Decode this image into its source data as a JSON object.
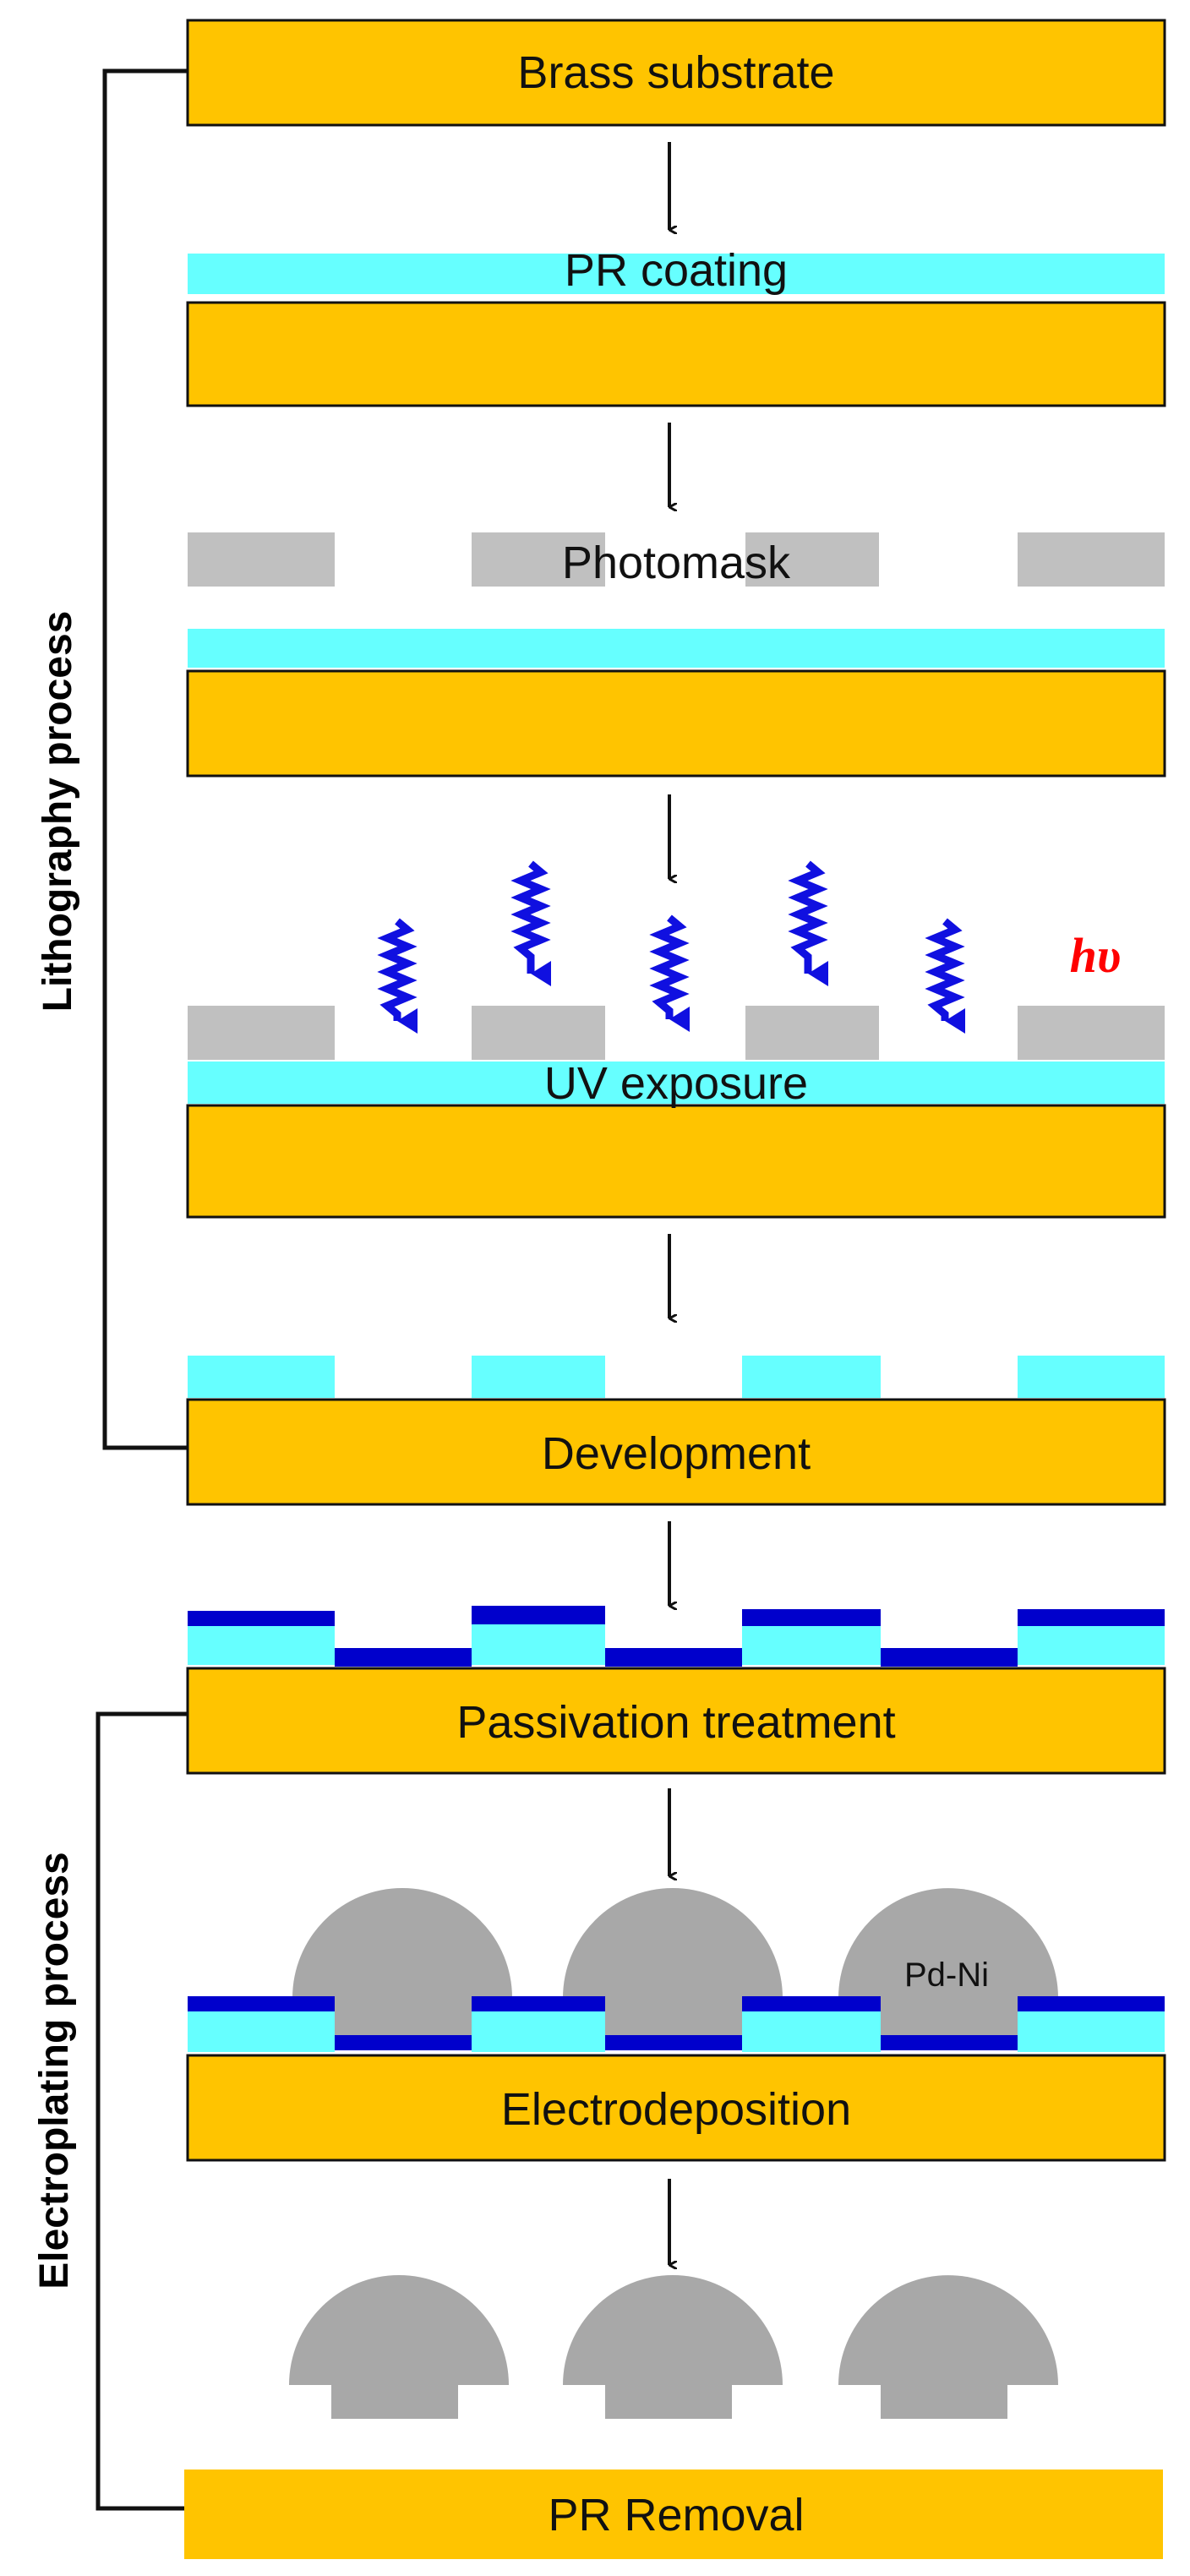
{
  "colors": {
    "substrate": "#ffc400",
    "photoresist": "#66ffff",
    "mask": "#c0c0c0",
    "passivation": "#0000cc",
    "deposit": "#a8a8a8",
    "uv": "#1010e0",
    "bracket": "#111111",
    "hv": "#ff0000"
  },
  "groups": {
    "lithography": "Lithography process",
    "electroplating": "Electroplating process"
  },
  "steps": {
    "brass_substrate": "Brass substrate",
    "pr_coating": "PR coating",
    "photomask": "Photomask",
    "uv_exposure": "UV exposure",
    "development": "Development",
    "passivation": "Passivation treatment",
    "electrodeposition": "Electrodeposition",
    "pr_removal": "PR Removal"
  },
  "annotations": {
    "photon": "hυ",
    "deposit_material": "Pd-Ni"
  }
}
